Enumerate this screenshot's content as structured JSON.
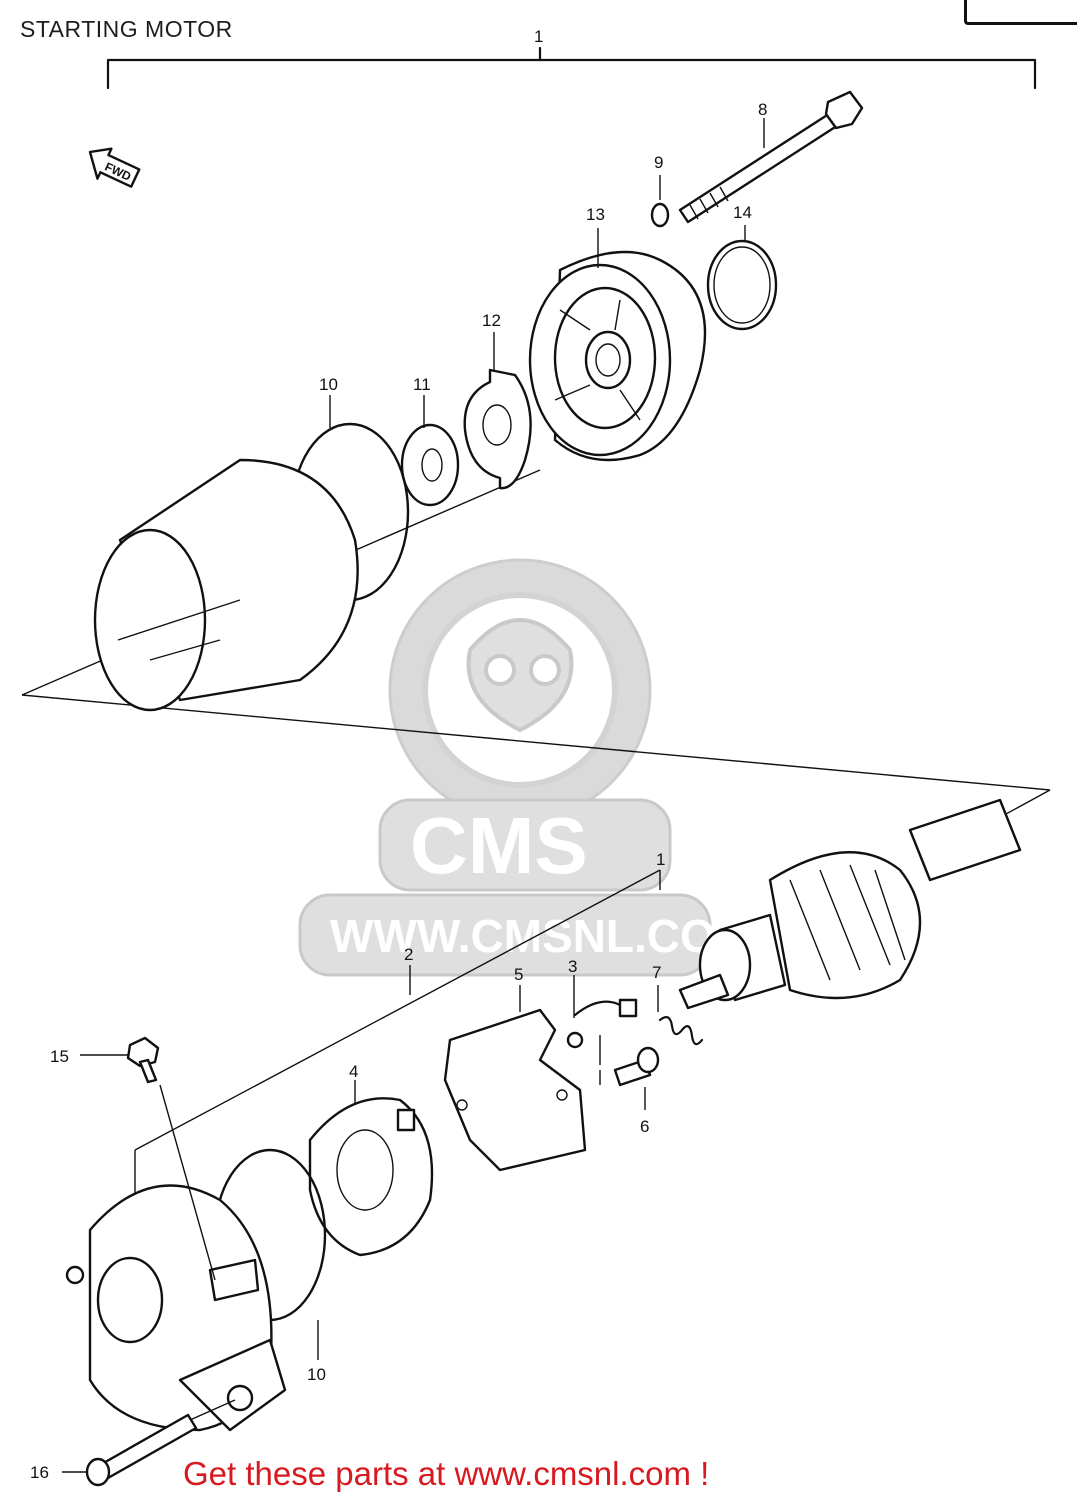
{
  "title": "STARTING MOTOR",
  "footer": "Get these parts at www.cmsnl.com !",
  "fwd_label": "FWD",
  "watermark": {
    "brand": "CMS",
    "url": "WWW.CMSNL.COM"
  },
  "callouts": [
    {
      "id": "1-top",
      "label": "1"
    },
    {
      "id": "1-mid",
      "label": "1"
    },
    {
      "id": "2",
      "label": "2"
    },
    {
      "id": "3",
      "label": "3"
    },
    {
      "id": "4",
      "label": "4"
    },
    {
      "id": "5",
      "label": "5"
    },
    {
      "id": "6",
      "label": "6"
    },
    {
      "id": "7",
      "label": "7"
    },
    {
      "id": "8",
      "label": "8"
    },
    {
      "id": "9",
      "label": "9"
    },
    {
      "id": "10-top",
      "label": "10"
    },
    {
      "id": "10-bottom",
      "label": "10"
    },
    {
      "id": "11",
      "label": "11"
    },
    {
      "id": "12",
      "label": "12"
    },
    {
      "id": "13",
      "label": "13"
    },
    {
      "id": "14",
      "label": "14"
    },
    {
      "id": "15",
      "label": "15"
    },
    {
      "id": "16",
      "label": "16"
    }
  ],
  "colors": {
    "footer": "#d71920",
    "ink": "#111111",
    "watermark": "#d7d7d7"
  }
}
